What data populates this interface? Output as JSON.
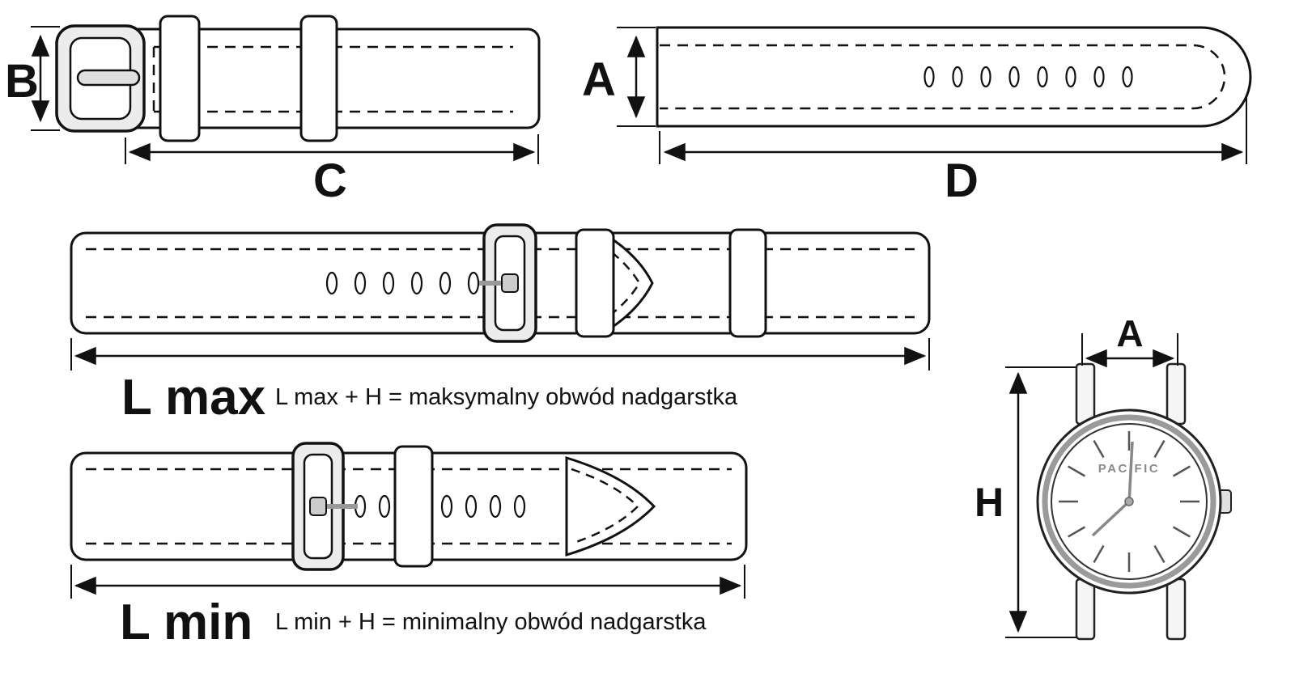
{
  "dimensions": {
    "buckle_width": "B",
    "buckle_strap_length": "C",
    "strap_width_long": "A",
    "long_strap_length": "D"
  },
  "lmax": {
    "label": "L max",
    "formula": "L max + H  = maksymalny obwód nadgarstka"
  },
  "lmin": {
    "label": "L min",
    "formula": "L min + H  = minimalny obwód nadgarstka"
  },
  "watch": {
    "brand": "PACIFIC",
    "lug_width_label": "A",
    "case_height_label": "H"
  },
  "colors": {
    "ink": "#111111",
    "metal_fill": "#ececec",
    "background": "#ffffff"
  }
}
